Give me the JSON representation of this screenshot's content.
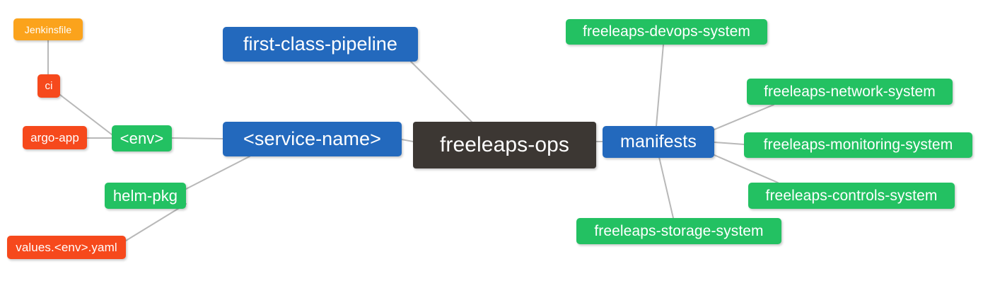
{
  "diagram": {
    "type": "mindmap",
    "title": "freeleaps-ops",
    "background": "#ffffff",
    "edge_color": "#b8b8b8"
  },
  "palette": {
    "root_dark": "#3c3733",
    "branch_blue": "#2369bd",
    "green": "#23c162",
    "red": "#f6491c",
    "orange": "#fba31c",
    "text": "#ffffff"
  },
  "nodes": {
    "root": {
      "label": "freeleaps-ops",
      "color": "#3c3733"
    },
    "service_name": {
      "label": "<service-name>",
      "color": "#2369bd"
    },
    "first_class_pipeline": {
      "label": "first-class-pipeline",
      "color": "#2369bd"
    },
    "manifests": {
      "label": "manifests",
      "color": "#2369bd"
    },
    "env": {
      "label": "<env>",
      "color": "#23c162"
    },
    "helm_pkg": {
      "label": "helm-pkg",
      "color": "#23c162"
    },
    "ci": {
      "label": "ci",
      "color": "#f6491c"
    },
    "argo_app": {
      "label": "argo-app",
      "color": "#f6491c"
    },
    "values_yaml": {
      "label": "values.<env>.yaml",
      "color": "#f6491c"
    },
    "jenkinsfile": {
      "label": "Jenkinsfile",
      "color": "#fba31c"
    },
    "devops_system": {
      "label": "freeleaps-devops-system",
      "color": "#23c162"
    },
    "network_system": {
      "label": "freeleaps-network-system",
      "color": "#23c162"
    },
    "monitoring_system": {
      "label": "freeleaps-monitoring-system",
      "color": "#23c162"
    },
    "controls_system": {
      "label": "freeleaps-controls-system",
      "color": "#23c162"
    },
    "storage_system": {
      "label": "freeleaps-storage-system",
      "color": "#23c162"
    }
  },
  "edges": [
    {
      "from": "root",
      "to": "service_name"
    },
    {
      "from": "root",
      "to": "first_class_pipeline"
    },
    {
      "from": "root",
      "to": "manifests"
    },
    {
      "from": "service_name",
      "to": "env"
    },
    {
      "from": "service_name",
      "to": "helm_pkg"
    },
    {
      "from": "env",
      "to": "ci"
    },
    {
      "from": "env",
      "to": "argo_app"
    },
    {
      "from": "ci",
      "to": "jenkinsfile"
    },
    {
      "from": "helm_pkg",
      "to": "values_yaml"
    },
    {
      "from": "manifests",
      "to": "devops_system"
    },
    {
      "from": "manifests",
      "to": "network_system"
    },
    {
      "from": "manifests",
      "to": "monitoring_system"
    },
    {
      "from": "manifests",
      "to": "controls_system"
    },
    {
      "from": "manifests",
      "to": "storage_system"
    }
  ]
}
